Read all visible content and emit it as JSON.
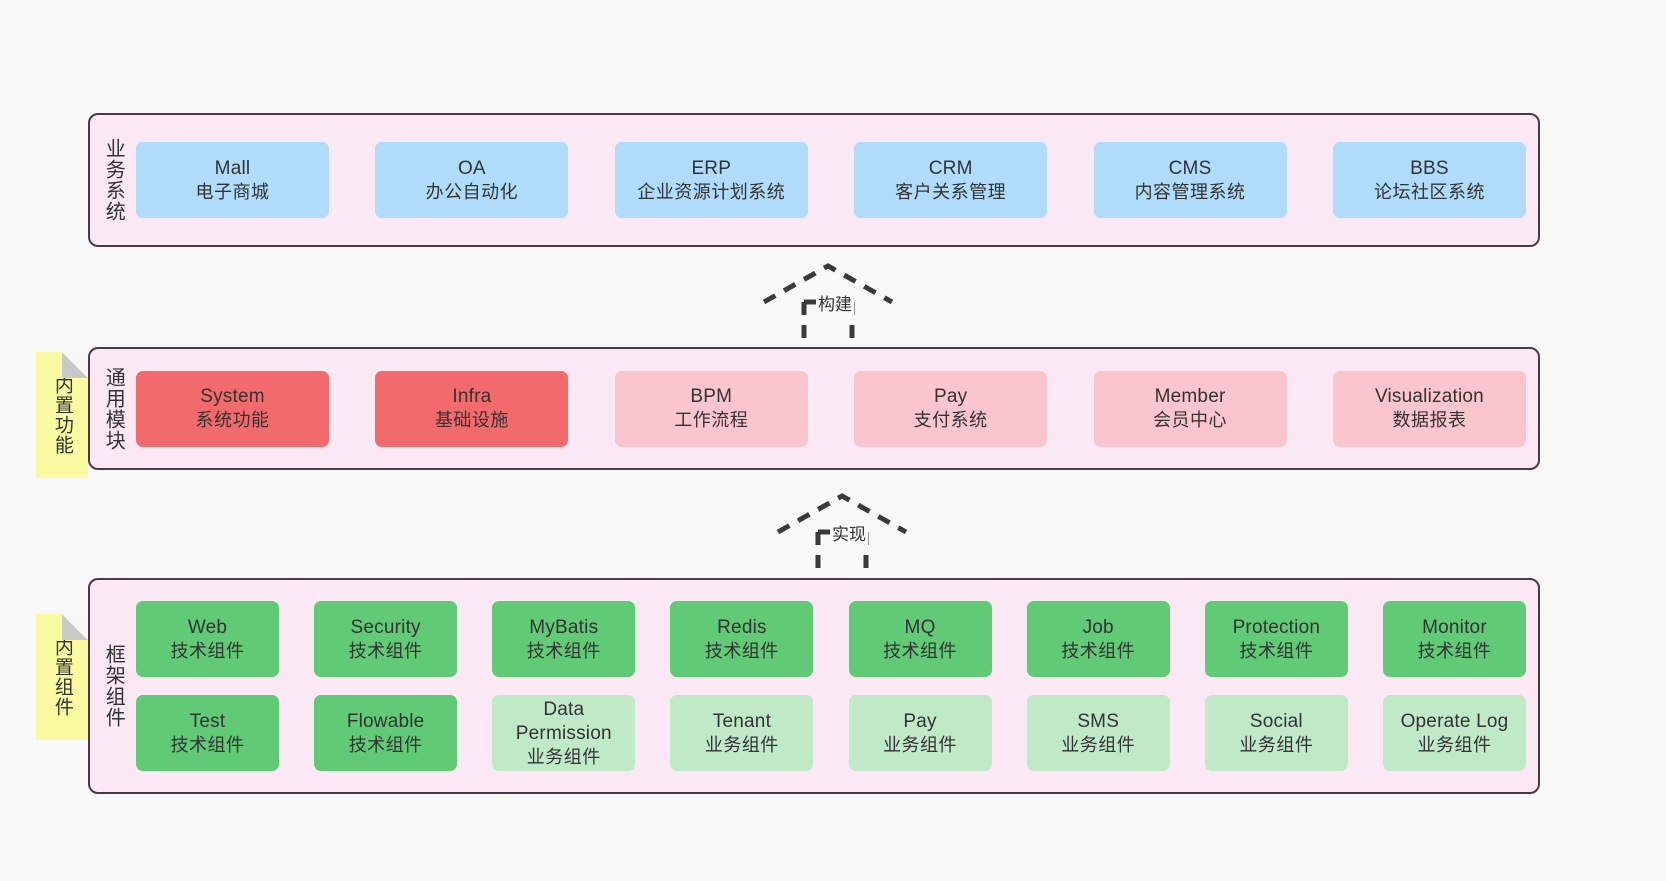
{
  "diagram": {
    "title": "ruoyi-vue-pro architecture layers",
    "background_color": "#f8f8f8",
    "container_color": "#fae9f4",
    "container_border_color": "#4a3a46",
    "sticky_color": "#fafaa0",
    "colors": {
      "business_card": "#aedcfa",
      "module_primary": "#f36a6c",
      "module_secondary": "#fbc5cd",
      "tech_component": "#61ca76",
      "biz_component": "#c0e9c7"
    }
  },
  "layers": [
    {
      "id": "business-system",
      "caption": "业务系统",
      "sticky": null,
      "rows": [
        {
          "cards": [
            {
              "en": "Mall",
              "cn": "电子商城"
            },
            {
              "en": "OA",
              "cn": "办公自动化"
            },
            {
              "en": "ERP",
              "cn": "企业资源计划系统"
            },
            {
              "en": "CRM",
              "cn": "客户关系管理"
            },
            {
              "en": "CMS",
              "cn": "内容管理系统"
            },
            {
              "en": "BBS",
              "cn": "论坛社区系统"
            }
          ]
        }
      ]
    },
    {
      "id": "general-module",
      "caption": "通用模块",
      "sticky": "内置功能",
      "rows": [
        {
          "cards": [
            {
              "en": "System",
              "cn": "系统功能"
            },
            {
              "en": "Infra",
              "cn": "基础设施"
            },
            {
              "en": "BPM",
              "cn": "工作流程"
            },
            {
              "en": "Pay",
              "cn": "支付系统"
            },
            {
              "en": "Member",
              "cn": "会员中心"
            },
            {
              "en": "Visualization",
              "cn": "数据报表"
            }
          ]
        }
      ]
    },
    {
      "id": "framework-component",
      "caption": "框架组件",
      "sticky": "内置组件",
      "rows": [
        {
          "cards": [
            {
              "en": "Web",
              "cn": "技术组件"
            },
            {
              "en": "Security",
              "cn": "技术组件"
            },
            {
              "en": "MyBatis",
              "cn": "技术组件"
            },
            {
              "en": "Redis",
              "cn": "技术组件"
            },
            {
              "en": "MQ",
              "cn": "技术组件"
            },
            {
              "en": "Job",
              "cn": "技术组件"
            },
            {
              "en": "Protection",
              "cn": "技术组件"
            },
            {
              "en": "Monitor",
              "cn": "技术组件"
            }
          ]
        },
        {
          "cards": [
            {
              "en": "Test",
              "cn": "技术组件"
            },
            {
              "en": "Flowable",
              "cn": "技术组件"
            },
            {
              "en": "Data Permission",
              "cn": "业务组件"
            },
            {
              "en": "Tenant",
              "cn": "业务组件"
            },
            {
              "en": "Pay",
              "cn": "业务组件"
            },
            {
              "en": "SMS",
              "cn": "业务组件"
            },
            {
              "en": "Social",
              "cn": "业务组件"
            },
            {
              "en": "Operate Log",
              "cn": "业务组件"
            }
          ]
        }
      ]
    }
  ],
  "connectors": [
    {
      "id": "build",
      "label": "构建",
      "style": "dashed-hollow-arrow"
    },
    {
      "id": "implement",
      "label": "实现",
      "style": "dashed-hollow-arrow"
    }
  ]
}
